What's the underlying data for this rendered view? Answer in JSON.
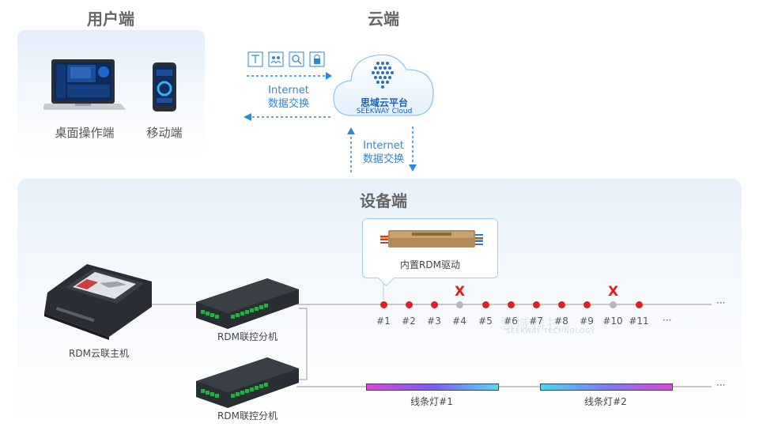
{
  "sections": {
    "user_title": "用户端",
    "cloud_title": "云端",
    "device_title": "设备端"
  },
  "user": {
    "desktop_label": "桌面操作端",
    "mobile_label": "移动端"
  },
  "cloud": {
    "name": "思域云平台",
    "name_en": "SEEKWAY Cloud",
    "app_icons": [
      "drawing-icon",
      "people-icon",
      "search-icon",
      "lock-icon"
    ]
  },
  "links": {
    "top": {
      "line1": "Internet",
      "line2": "数据交换"
    },
    "vertical": {
      "line1": "Internet",
      "line2": "数据交换"
    }
  },
  "devices": {
    "host_label": "RDM云联主机",
    "splitter1_label": "RDM联控分机",
    "splitter2_label": "RDM联控分机",
    "driver_label": "内置RDM驱动"
  },
  "nodes": [
    {
      "label": "#1",
      "status": "ok"
    },
    {
      "label": "#2",
      "status": "ok"
    },
    {
      "label": "#3",
      "status": "ok"
    },
    {
      "label": "#4",
      "status": "fault"
    },
    {
      "label": "#5",
      "status": "ok"
    },
    {
      "label": "#6",
      "status": "ok"
    },
    {
      "label": "#7",
      "status": "ok"
    },
    {
      "label": "#8",
      "status": "ok"
    },
    {
      "label": "#9",
      "status": "ok"
    },
    {
      "label": "#10",
      "status": "fault"
    },
    {
      "label": "#11",
      "status": "ok"
    }
  ],
  "fault_mark": "X",
  "ellipsis": "···",
  "strips": [
    {
      "label": "线条灯#1",
      "colors": [
        "#d64bd6",
        "#7b5cf0",
        "#5fd6f0"
      ]
    },
    {
      "label": "线条灯#2",
      "colors": [
        "#4fd6e8",
        "#7b7cf0",
        "#d64bd6"
      ]
    }
  ],
  "watermark": {
    "line1": "思域科技",
    "line2": "SEEKWAY TECHNOLOGY"
  },
  "colors": {
    "link_blue": "#2a8ad4",
    "node_ok": "#e02020",
    "node_fault": "#b8b8b8",
    "line_gray": "#aaaaaa"
  }
}
